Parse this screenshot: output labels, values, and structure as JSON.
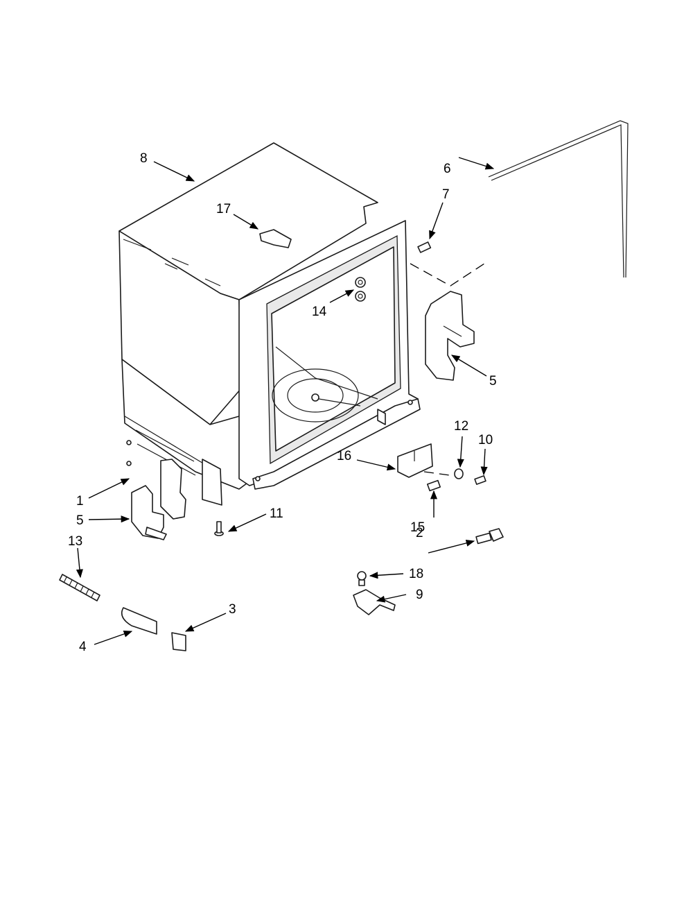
{
  "callouts": [
    {
      "id": "c8",
      "label": "8"
    },
    {
      "id": "c17",
      "label": "17"
    },
    {
      "id": "c6",
      "label": "6"
    },
    {
      "id": "c7",
      "label": "7"
    },
    {
      "id": "c14",
      "label": "14"
    },
    {
      "id": "c5a",
      "label": "5"
    },
    {
      "id": "c16",
      "label": "16"
    },
    {
      "id": "c12",
      "label": "12"
    },
    {
      "id": "c10",
      "label": "10"
    },
    {
      "id": "c1",
      "label": "1"
    },
    {
      "id": "c5b",
      "label": "5"
    },
    {
      "id": "c11",
      "label": "11"
    },
    {
      "id": "c15",
      "label": "15"
    },
    {
      "id": "c13",
      "label": "13"
    },
    {
      "id": "c2",
      "label": "2"
    },
    {
      "id": "c18",
      "label": "18"
    },
    {
      "id": "c9",
      "label": "9"
    },
    {
      "id": "c3",
      "label": "3"
    },
    {
      "id": "c4",
      "label": "4"
    }
  ]
}
